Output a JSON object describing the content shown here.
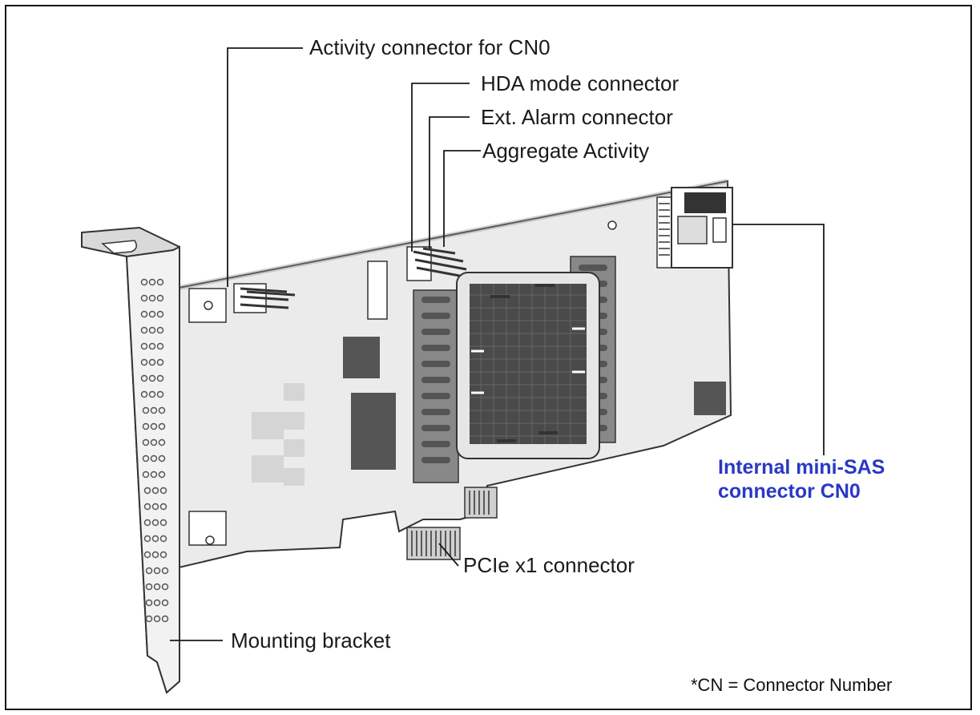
{
  "labels": {
    "activity_connector": "Activity connector for CN0",
    "hda_mode": "HDA mode connector",
    "ext_alarm": "Ext. Alarm connector",
    "aggregate_activity": "Aggregate Activity",
    "internal_line1": "Internal mini-SAS",
    "internal_line2": "connector CN0",
    "pcie": "PCIe x1 connector",
    "mounting_bracket": "Mounting bracket",
    "footnote": "*CN = Connector Number"
  },
  "colors": {
    "accent": "#2a38c4",
    "line": "#1a1a1a",
    "board": "#ebebeb",
    "heatsink": "#4a4a4a"
  }
}
